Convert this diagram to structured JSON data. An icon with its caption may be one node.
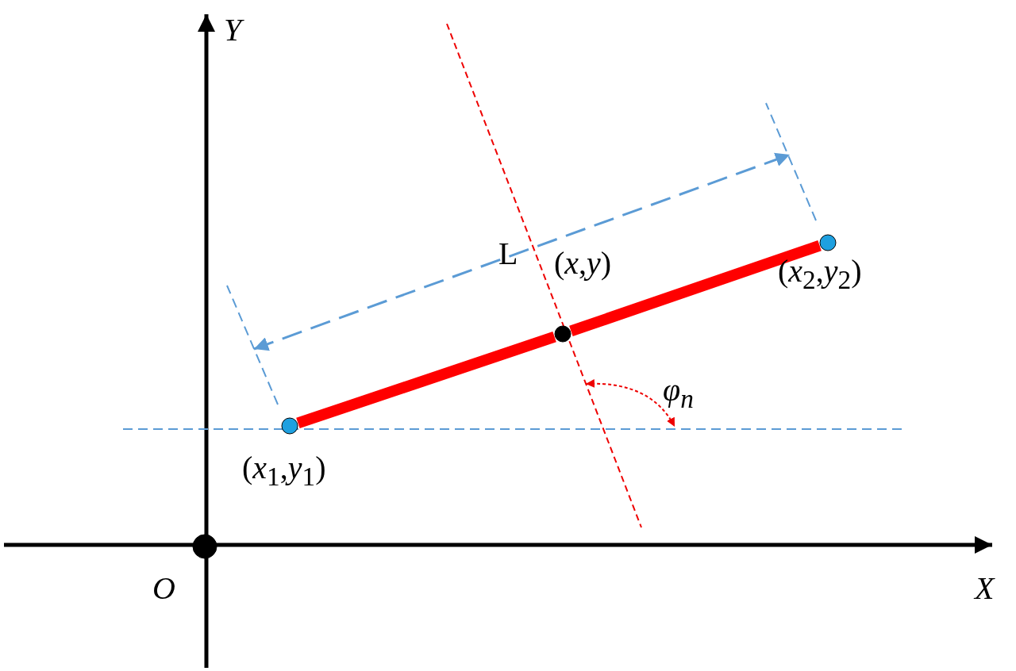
{
  "diagram": {
    "nodes": [
      {
        "text": [],
        "shape": "circle",
        "beside": [
          "(*x*$_{1}$,*y*$_{1}$)"
        ]
      },
      {
        "text": [],
        "shape": "circle",
        "beside": [
          "(*x*$_{2}$,*y*$_{2}$)"
        ]
      },
      {
        "text": [],
        "shape": "circle",
        "beside": [
          "(*x*,*y*)"
        ]
      },
      {
        "text": [],
        "shape": "circle",
        "beside": [
          "O"
        ]
      }
    ],
    "edges": [
      {
        "from": 0,
        "to": 2,
        "arrow": "none"
      },
      {
        "from": 2,
        "to": 1,
        "arrow": "none"
      }
    ],
    "labels": [
      "Y",
      "L",
      "φ$_{n}$",
      "X"
    ]
  }
}
